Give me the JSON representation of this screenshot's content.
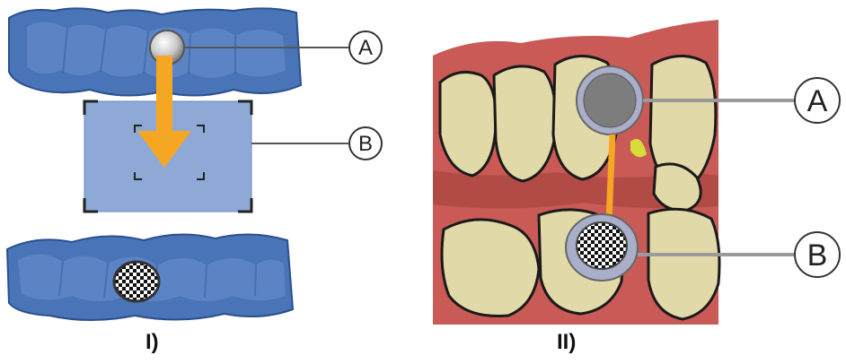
{
  "panels": [
    {
      "caption": "I)",
      "callouts": {
        "a": "A",
        "b": "B"
      }
    },
    {
      "caption": "II)",
      "callouts": {
        "a": "A",
        "b": "B"
      }
    }
  ],
  "colors": {
    "arrow": "#f5a623",
    "scan_blue": "#4a74b8",
    "selection_box": "#8fa9d6",
    "gum": "#c95a55",
    "tooth": "#e2d9a8",
    "marker_gray": "#7d7d7d"
  }
}
